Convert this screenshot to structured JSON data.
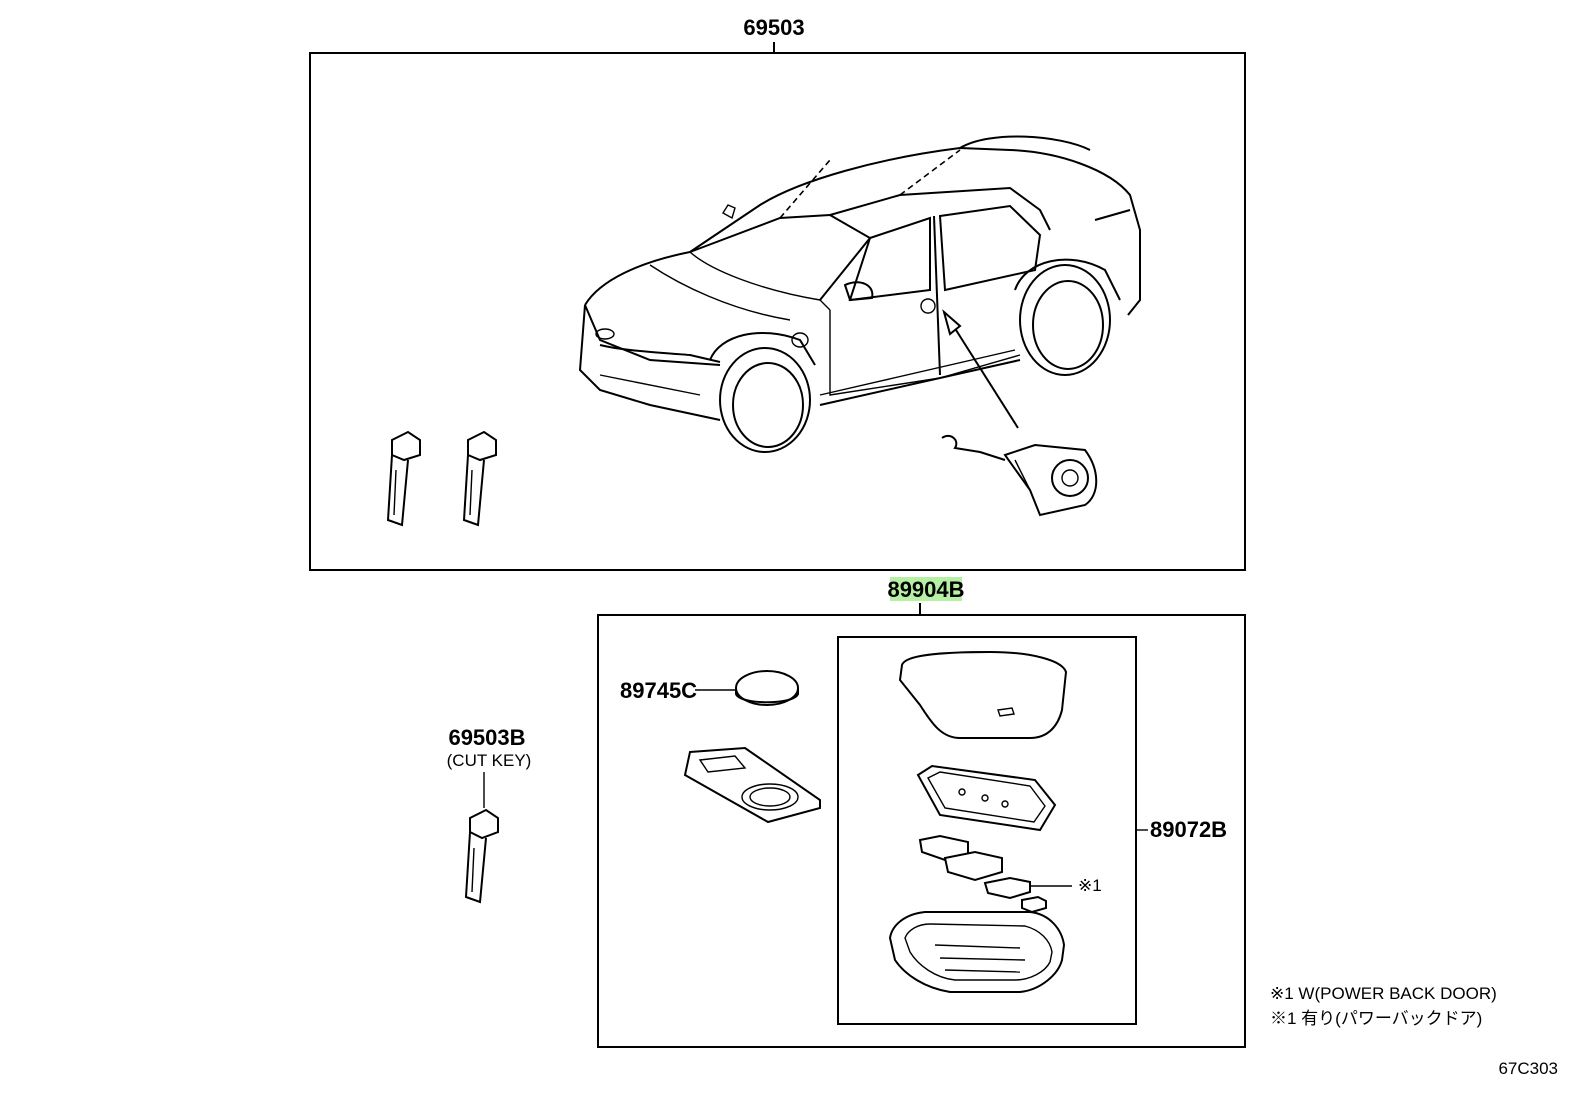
{
  "diagram": {
    "assembly_top": {
      "part_no": "69503"
    },
    "assembly_bottom": {
      "part_no": "89904B"
    },
    "battery": {
      "part_no": "89745C"
    },
    "cut_key": {
      "part_no": "69503B",
      "caption": "(CUT KEY)"
    },
    "key_case": {
      "part_no": "89072B"
    },
    "note_marker": "※1",
    "notes": [
      "※1 W(POWER BACK DOOR)",
      "※1 有り(パワーバックドア)"
    ],
    "figure_code": "67C303",
    "highlight_color": "#b6f0a4"
  }
}
